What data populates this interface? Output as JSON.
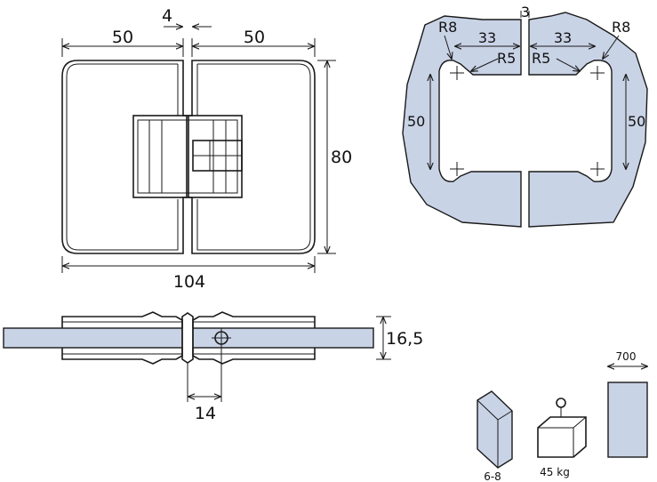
{
  "front_view": {
    "left_width": "50",
    "gap": "4",
    "right_width": "50",
    "height": "80",
    "total_width": "104"
  },
  "side_view": {
    "thickness": "16,5",
    "hole_offset": "14"
  },
  "glass_cutout": {
    "gap": "3",
    "radius_outer_left": "R8",
    "radius_outer_right": "R8",
    "width_left": "33",
    "width_right": "33",
    "radius_inner_left": "R5",
    "radius_inner_right": "R5",
    "height_left": "50",
    "height_right": "50"
  },
  "specs": {
    "glass_thickness": "6-8",
    "max_weight": "45 kg",
    "max_door_width": "700"
  },
  "colors": {
    "glass": "#c9d3e6",
    "line": "#1a1a1a"
  },
  "icons": {
    "glass_panel": "glass-thickness-icon",
    "weight_box": "weight-box-icon",
    "door_panel": "door-width-icon"
  }
}
